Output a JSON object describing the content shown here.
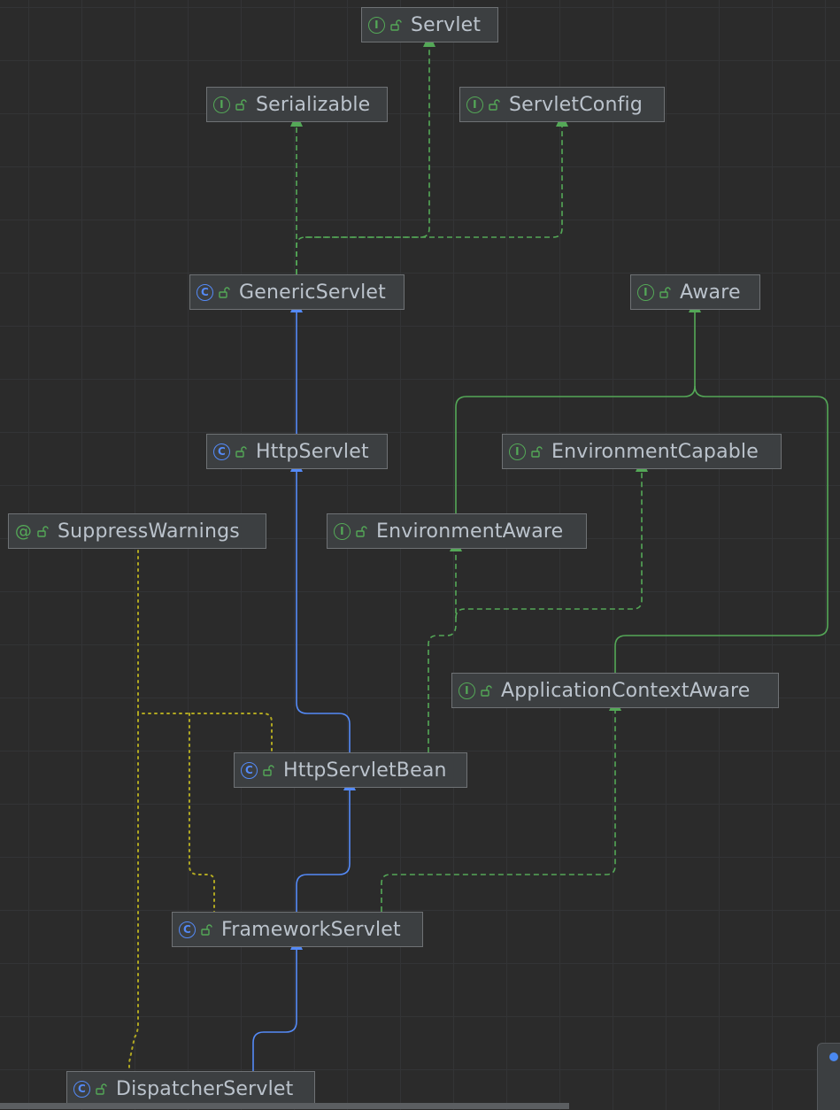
{
  "nodes": [
    {
      "id": "servlet",
      "label": "Servlet",
      "kind": "interface"
    },
    {
      "id": "serializable",
      "label": "Serializable",
      "kind": "interface"
    },
    {
      "id": "servlet-config",
      "label": "ServletConfig",
      "kind": "interface"
    },
    {
      "id": "generic-servlet",
      "label": "GenericServlet",
      "kind": "class"
    },
    {
      "id": "aware",
      "label": "Aware",
      "kind": "interface"
    },
    {
      "id": "http-servlet",
      "label": "HttpServlet",
      "kind": "class"
    },
    {
      "id": "environment-capable",
      "label": "EnvironmentCapable",
      "kind": "interface"
    },
    {
      "id": "suppress-warnings",
      "label": "SuppressWarnings",
      "kind": "annotation"
    },
    {
      "id": "environment-aware",
      "label": "EnvironmentAware",
      "kind": "interface"
    },
    {
      "id": "application-context-aware",
      "label": "ApplicationContextAware",
      "kind": "interface"
    },
    {
      "id": "http-servlet-bean",
      "label": "HttpServletBean",
      "kind": "class"
    },
    {
      "id": "framework-servlet",
      "label": "FrameworkServlet",
      "kind": "class"
    },
    {
      "id": "dispatcher-servlet",
      "label": "DispatcherServlet",
      "kind": "class"
    }
  ],
  "edges": [
    {
      "from": "generic-servlet",
      "to": "servlet",
      "type": "implements"
    },
    {
      "from": "generic-servlet",
      "to": "serializable",
      "type": "implements"
    },
    {
      "from": "generic-servlet",
      "to": "servlet-config",
      "type": "implements"
    },
    {
      "from": "http-servlet",
      "to": "generic-servlet",
      "type": "extends"
    },
    {
      "from": "http-servlet-bean",
      "to": "http-servlet",
      "type": "extends"
    },
    {
      "from": "http-servlet-bean",
      "to": "environment-aware",
      "type": "implements"
    },
    {
      "from": "http-servlet-bean",
      "to": "environment-capable",
      "type": "implements"
    },
    {
      "from": "environment-aware",
      "to": "aware",
      "type": "interface-extends"
    },
    {
      "from": "application-context-aware",
      "to": "aware",
      "type": "interface-extends"
    },
    {
      "from": "framework-servlet",
      "to": "http-servlet-bean",
      "type": "extends"
    },
    {
      "from": "framework-servlet",
      "to": "application-context-aware",
      "type": "implements"
    },
    {
      "from": "dispatcher-servlet",
      "to": "framework-servlet",
      "type": "extends"
    },
    {
      "from": "suppress-warnings",
      "to": "http-servlet-bean",
      "type": "annotated"
    },
    {
      "from": "suppress-warnings",
      "to": "framework-servlet",
      "type": "annotated"
    },
    {
      "from": "suppress-warnings",
      "to": "dispatcher-servlet",
      "type": "annotated"
    }
  ],
  "kind_icons": {
    "interface": "I",
    "class": "C",
    "annotation": "@"
  },
  "colors": {
    "background": "#2b2b2b",
    "interface": "#54a857",
    "class": "#548af7",
    "annotation_link": "#b1a821",
    "node_fill": "#3c3f41",
    "text": "#bbc3cc"
  }
}
